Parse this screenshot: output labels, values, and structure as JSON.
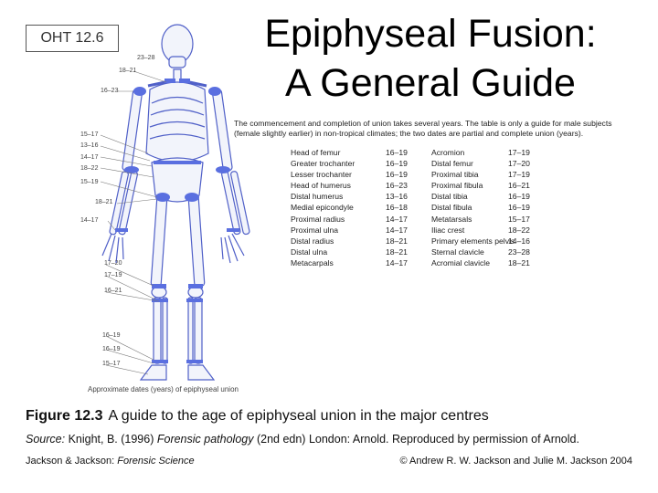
{
  "badge": "OHT 12.6",
  "title_line1": "Epiphyseal Fusion:",
  "title_line2": "A General Guide",
  "intro": "The commencement and completion of union takes several years. The table is only a guide for male subjects (female slightly earlier) in non-tropical climates; the two dates are partial and complete union (years).",
  "table_rows": [
    [
      "Head of femur",
      "16–19",
      "Acromion",
      "17–19"
    ],
    [
      "Greater trochanter",
      "16–19",
      "Distal femur",
      "17–20"
    ],
    [
      "Lesser trochanter",
      "16–19",
      "Proximal tibia",
      "17–19"
    ],
    [
      "Head of humerus",
      "16–23",
      "Proximal fibula",
      "16–21"
    ],
    [
      "Distal humerus",
      "13–16",
      "Distal tibia",
      "16–19"
    ],
    [
      "Medial epicondyle",
      "16–18",
      "Distal fibula",
      "16–19"
    ],
    [
      "Proximal radius",
      "14–17",
      "Metatarsals",
      "15–17"
    ],
    [
      "Proximal ulna",
      "14–17",
      "Iliac crest",
      "18–22"
    ],
    [
      "Distal radius",
      "18–21",
      "Primary elements pelvis",
      "14–16"
    ],
    [
      "Distal ulna",
      "18–21",
      "Sternal clavicle",
      "23–28"
    ],
    [
      "Metacarpals",
      "14–17",
      "Acromial clavicle",
      "18–21"
    ]
  ],
  "skeleton_labels": {
    "l1": "23–28",
    "l2": "18–21",
    "l3": "16–23",
    "l4": "15–17",
    "l5": "13–16",
    "l6": "14–17",
    "l7": "18–22",
    "l8": "15–19",
    "l9": "18–21",
    "l10": "14–17",
    "l11": "17–20",
    "l12": "17–19",
    "l13": "16–21",
    "l14": "16–19",
    "l15": "16–19",
    "l16": "15–17"
  },
  "skeleton_caption": "Approximate dates (years) of epiphyseal union",
  "figure_label": "Figure 12.3",
  "figure_text": "A guide to the age of epiphyseal union in the major centres",
  "source_label": "Source:",
  "source_text1": " Knight, B. (1996) ",
  "source_book": "Forensic pathology",
  "source_text2": " (2nd edn) London: Arnold. Reproduced by permission of Arnold.",
  "footer_authors": "Jackson & Jackson: ",
  "footer_book": "Forensic Science",
  "footer_copyright": "© Andrew R. W. Jackson and Julie M. Jackson 2004",
  "colors": {
    "bone_fill": "#f2f4fb",
    "bone_line": "#5060c8",
    "epiphysis": "#5a6fe0"
  }
}
